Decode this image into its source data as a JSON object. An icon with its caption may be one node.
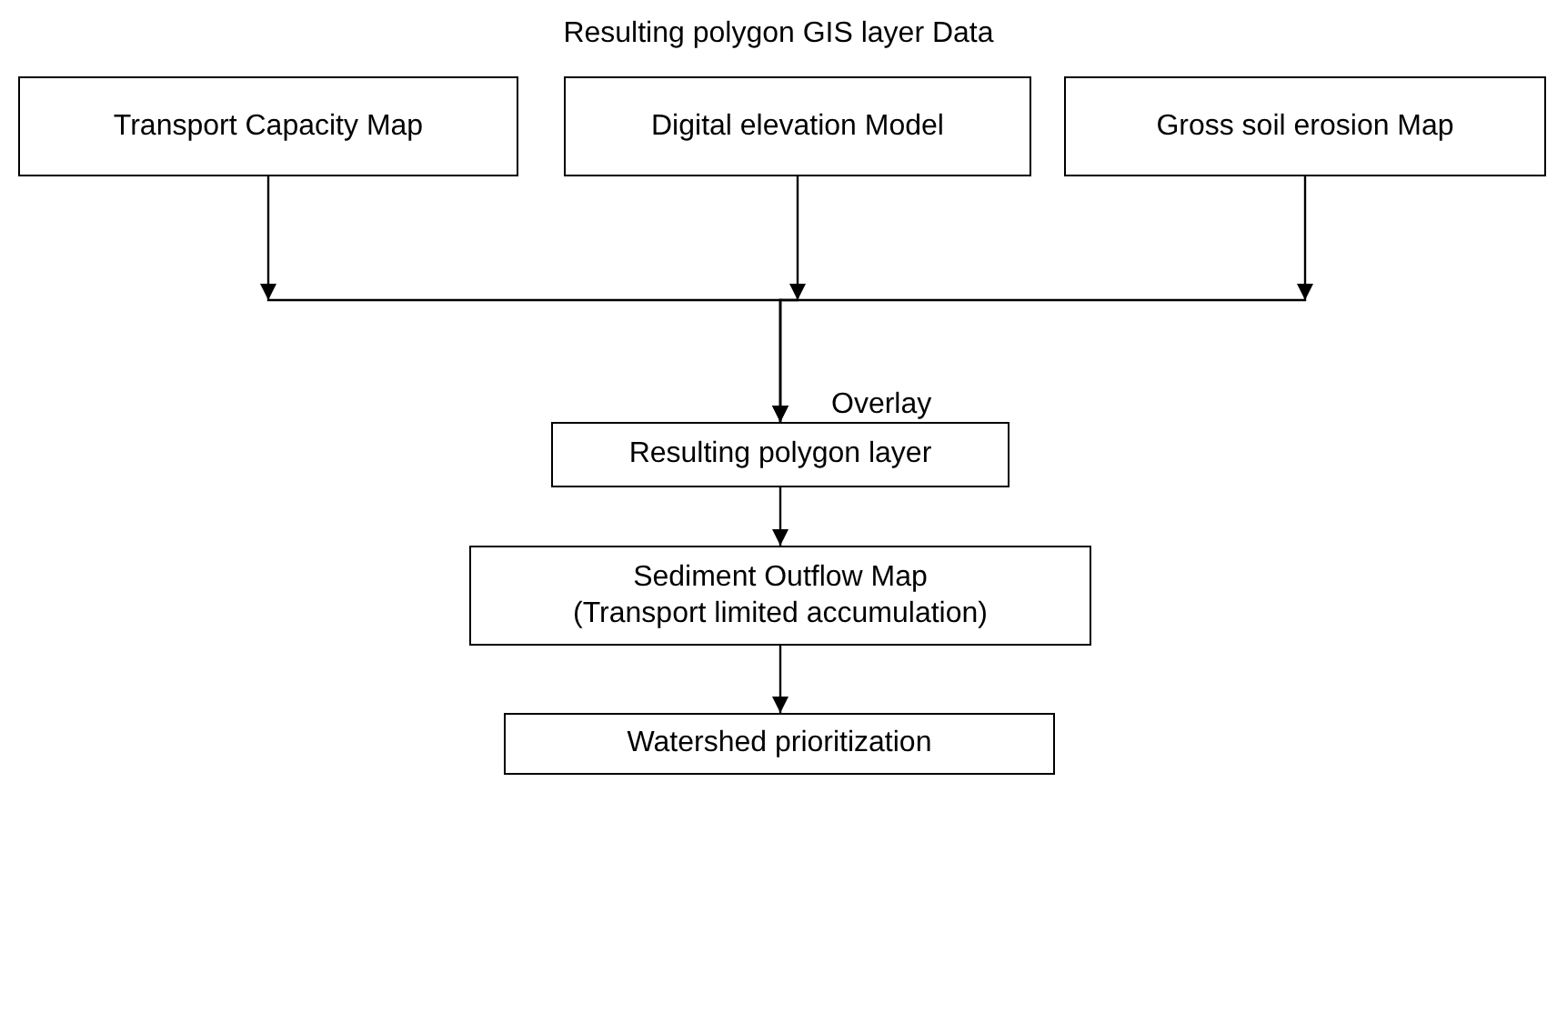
{
  "diagram": {
    "title": "Resulting polygon GIS layer Data",
    "nodes": [
      {
        "text": [
          "Transport Capacity Map"
        ]
      },
      {
        "text": [
          "Digital elevation Model"
        ]
      },
      {
        "text": [
          "Gross soil erosion Map"
        ]
      },
      {
        "text": [
          "Resulting polygon layer"
        ]
      },
      {
        "text": [
          "Sediment Outflow Map",
          "(Transport limited accumulation)"
        ]
      },
      {
        "text": [
          "Watershed prioritization"
        ]
      }
    ],
    "edges": [
      {
        "from": 0,
        "to": 3,
        "arrow": "to"
      },
      {
        "from": 1,
        "to": 3,
        "arrow": "to",
        "label": "Overlay"
      },
      {
        "from": 2,
        "to": 3,
        "arrow": "to"
      },
      {
        "from": 3,
        "to": 4,
        "arrow": "to"
      },
      {
        "from": 4,
        "to": 5,
        "arrow": "to"
      }
    ]
  }
}
